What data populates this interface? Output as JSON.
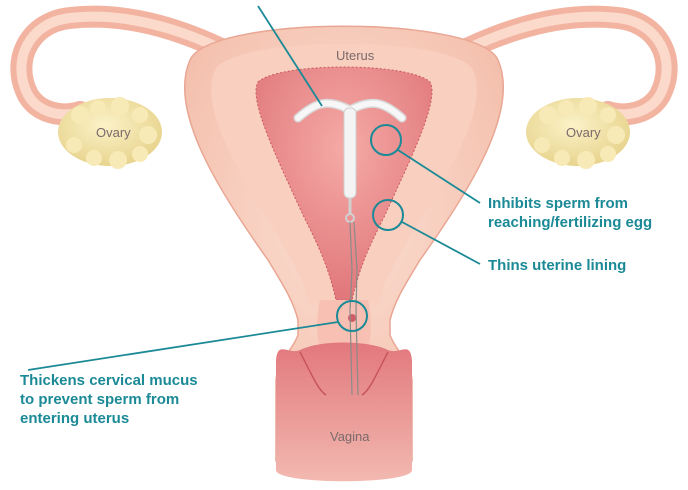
{
  "labels": {
    "top_partial": "",
    "uterus": "Uterus",
    "ovary_left": "Ovary",
    "ovary_right": "Ovary",
    "vagina": "Vagina"
  },
  "callouts": {
    "sperm": [
      "Inhibits sperm from",
      "reaching/fertilizing egg"
    ],
    "lining": "Thins uterine lining",
    "mucus": [
      "Thickens cervical mucus",
      "to prevent sperm from",
      "entering uterus"
    ]
  },
  "colors": {
    "accent": "#1b8a96",
    "tissue_outer": "#f6c6b3",
    "tissue_inner": "#e98a8c",
    "ovary": "#f3e6ad",
    "iud": "#f4f4f4"
  }
}
